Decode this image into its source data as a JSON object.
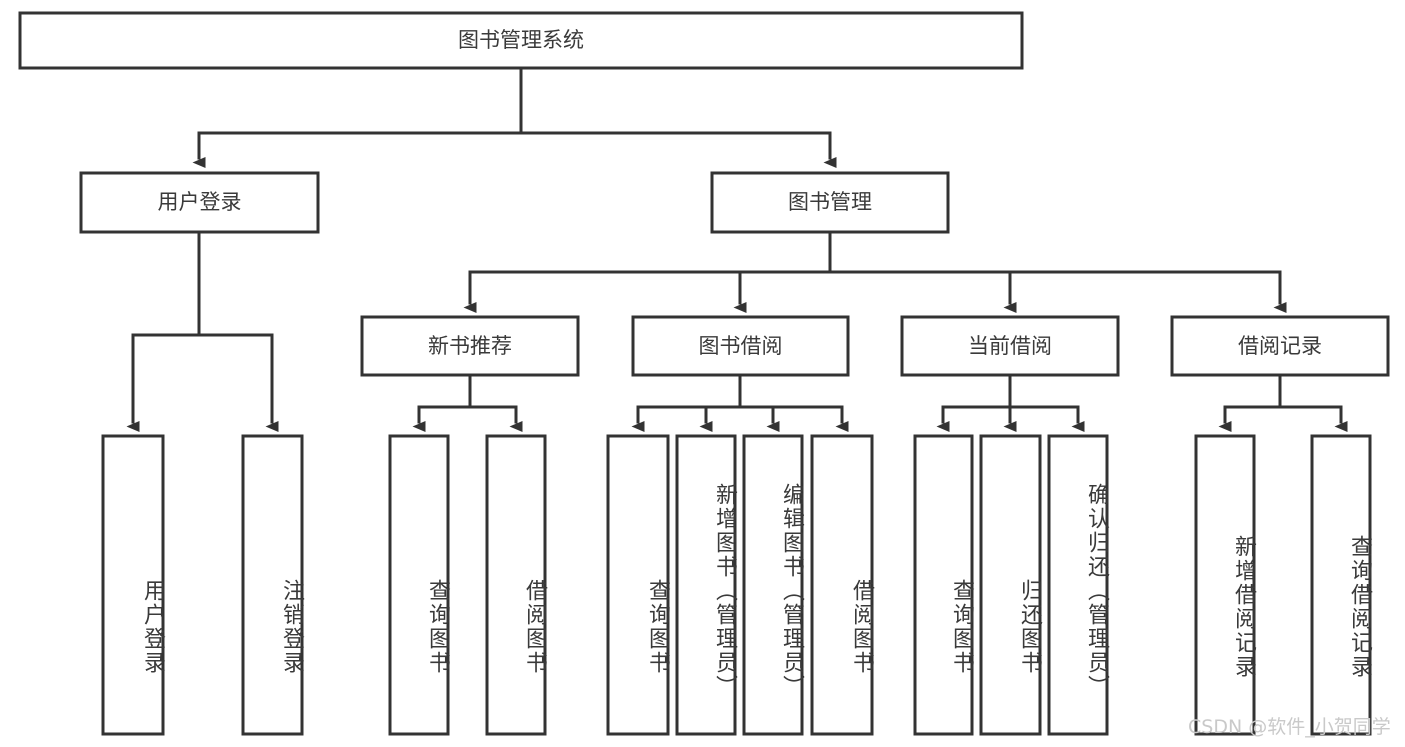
{
  "diagram": {
    "type": "tree-hierarchy",
    "title": "图书管理系统",
    "watermark": "CSDN @软件_小贺同学",
    "colors": {
      "stroke": "#333333",
      "box_fill": "#ffffff",
      "text": "#3a3a3a",
      "watermark": "#c9c9c9",
      "background": "#ffffff"
    },
    "nodes": {
      "root": {
        "label": "图书管理系统",
        "level": 0
      },
      "level1": [
        {
          "id": "user-login",
          "label": "用户登录"
        },
        {
          "id": "book-manage",
          "label": "图书管理"
        }
      ],
      "level2": [
        {
          "id": "new-book-recommend",
          "label": "新书推荐"
        },
        {
          "id": "book-borrow",
          "label": "图书借阅"
        },
        {
          "id": "current-borrow",
          "label": "当前借阅"
        },
        {
          "id": "borrow-record",
          "label": "借阅记录"
        }
      ],
      "leaves": {
        "user-login": [
          {
            "id": "leaf-user-login",
            "label": "用户登录"
          },
          {
            "id": "leaf-user-logout",
            "label": "注销登录"
          }
        ],
        "new-book-recommend": [
          {
            "id": "leaf-query-book-1",
            "label": "查询图书"
          },
          {
            "id": "leaf-borrow-book-1",
            "label": "借阅图书"
          }
        ],
        "book-borrow": [
          {
            "id": "leaf-query-book-2",
            "label": "查询图书"
          },
          {
            "id": "leaf-add-book",
            "label": "新增图书（管理员）"
          },
          {
            "id": "leaf-edit-book",
            "label": "编辑图书（管理员）"
          },
          {
            "id": "leaf-borrow-book-2",
            "label": "借阅图书"
          }
        ],
        "current-borrow": [
          {
            "id": "leaf-query-book-3",
            "label": "查询图书"
          },
          {
            "id": "leaf-return-book",
            "label": "归还图书"
          },
          {
            "id": "leaf-confirm-return",
            "label": "确认归还（管理员）"
          }
        ],
        "borrow-record": [
          {
            "id": "leaf-add-record",
            "label": "新增借阅记录"
          },
          {
            "id": "leaf-query-record",
            "label": "查询借阅记录"
          }
        ]
      }
    }
  }
}
